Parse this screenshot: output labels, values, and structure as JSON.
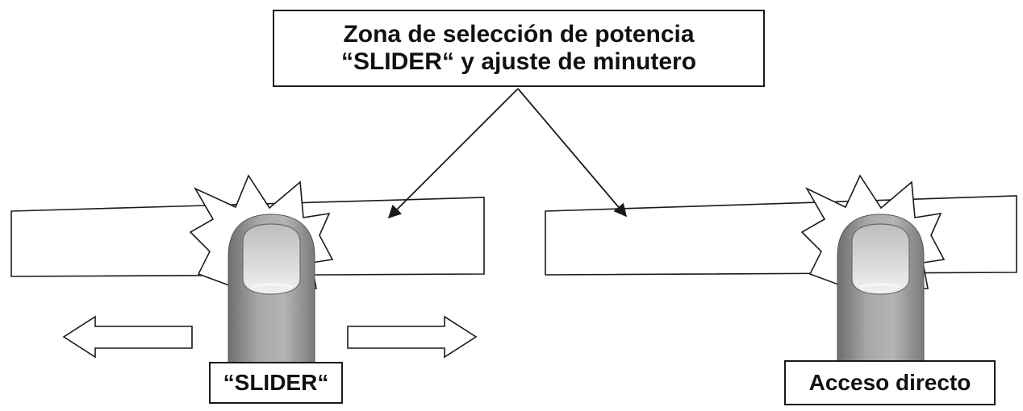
{
  "title": {
    "line1": "Zona de selección de potencia",
    "line2": "“SLIDER“ y ajuste de minutero"
  },
  "labels": {
    "slider": "“SLIDER“",
    "direct_access": "Acceso directo"
  },
  "icons": {
    "touch": "finger-press-icon",
    "burst": "starburst-icon",
    "left": "arrow-left-icon",
    "right": "arrow-right-icon"
  },
  "colors": {
    "line": "#1a1a1a",
    "finger": "#9a9a9a",
    "nail": "#d4d4d4",
    "background": "#ffffff"
  }
}
